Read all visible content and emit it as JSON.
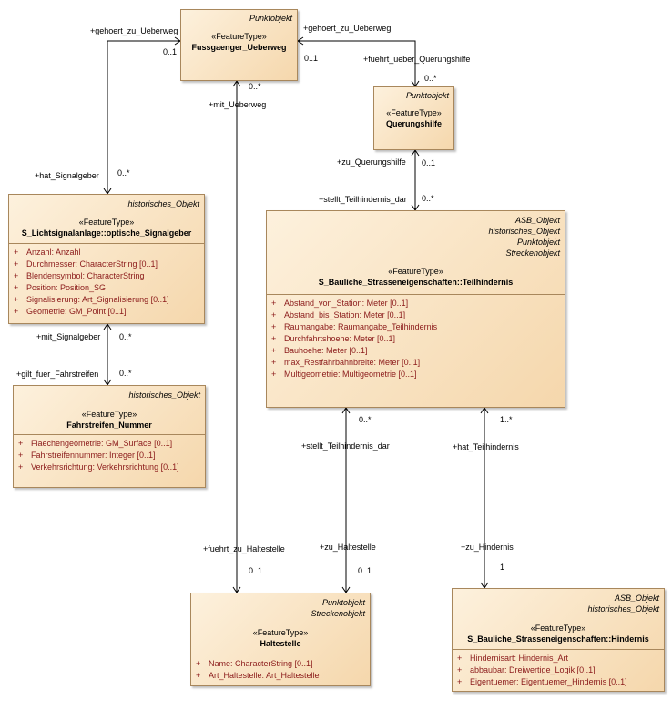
{
  "classes": {
    "fussgaenger": {
      "stereotypes": [
        "Punktobjekt"
      ],
      "featuretype": "«FeatureType»",
      "name": "Fussgaenger_Ueberweg",
      "attributes": []
    },
    "querungshilfe": {
      "stereotypes": [
        "Punktobjekt"
      ],
      "featuretype": "«FeatureType»",
      "name": "Querungshilfe",
      "attributes": []
    },
    "lichtsignal": {
      "stereotypes": [
        "historisches_Objekt"
      ],
      "featuretype": "«FeatureType»",
      "name": "S_Lichtsignalanlage::optische_Signalgeber",
      "attributes": [
        {
          "vis": "+",
          "text": "Anzahl: Anzahl"
        },
        {
          "vis": "+",
          "text": "Durchmesser: CharacterString [0..1]"
        },
        {
          "vis": "+",
          "text": "Blendensymbol: CharacterString"
        },
        {
          "vis": "+",
          "text": "Position: Position_SG"
        },
        {
          "vis": "+",
          "text": "Signalisierung: Art_Signalisierung [0..1]"
        },
        {
          "vis": "+",
          "text": "Geometrie: GM_Point [0..1]"
        }
      ]
    },
    "teilhindernis": {
      "stereotypes": [
        "ASB_Objekt",
        "historisches_Objekt",
        "Punktobjekt",
        "Streckenobjekt"
      ],
      "featuretype": "«FeatureType»",
      "name": "S_Bauliche_Strasseneigenschaften::Teilhindernis",
      "attributes": [
        {
          "vis": "+",
          "text": "Abstand_von_Station: Meter [0..1]"
        },
        {
          "vis": "+",
          "text": "Abstand_bis_Station: Meter [0..1]"
        },
        {
          "vis": "+",
          "text": "Raumangabe: Raumangabe_Teilhindernis"
        },
        {
          "vis": "+",
          "text": "Durchfahrtshoehe: Meter [0..1]"
        },
        {
          "vis": "+",
          "text": "Bauhoehe: Meter [0..1]"
        },
        {
          "vis": "+",
          "text": "max_Restfahrbahnbreite: Meter [0..1]"
        },
        {
          "vis": "+",
          "text": "Multigeometrie: Multigeometrie [0..1]"
        }
      ]
    },
    "fahrstreifen": {
      "stereotypes": [
        "historisches_Objekt"
      ],
      "featuretype": "«FeatureType»",
      "name": "Fahrstreifen_Nummer",
      "attributes": [
        {
          "vis": "+",
          "text": "Flaechengeometrie: GM_Surface [0..1]"
        },
        {
          "vis": "+",
          "text": "Fahrstreifennummer: Integer [0..1]"
        },
        {
          "vis": "+",
          "text": "Verkehrsrichtung: Verkehrsrichtung [0..1]"
        }
      ]
    },
    "haltestelle": {
      "stereotypes": [
        "Punktobjekt",
        "Streckenobjekt"
      ],
      "featuretype": "«FeatureType»",
      "name": "Haltestelle",
      "attributes": [
        {
          "vis": "+",
          "text": "Name: CharacterString [0..1]"
        },
        {
          "vis": "+",
          "text": "Art_Haltestelle: Art_Haltestelle"
        }
      ]
    },
    "hindernis": {
      "stereotypes": [
        "ASB_Objekt",
        "historisches_Objekt"
      ],
      "featuretype": "«FeatureType»",
      "name": "S_Bauliche_Strasseneigenschaften::Hindernis",
      "attributes": [
        {
          "vis": "+",
          "text": "Hindernisart: Hindernis_Art"
        },
        {
          "vis": "+",
          "text": "abbaubar: Dreiwertige_Logik [0..1]"
        },
        {
          "vis": "+",
          "text": "Eigentuemer: Eigentuemer_Hindernis [0..1]"
        }
      ]
    }
  },
  "associations": {
    "a1": {
      "role_a": "+gehoert_zu_Ueberweg",
      "mult_a": "0..1",
      "role_b": "+hat_Signalgeber",
      "mult_b": "0..*"
    },
    "a2": {
      "role_a": "+gehoert_zu_Ueberweg",
      "mult_a": "0..1",
      "role_b": "+fuehrt_ueber_Querungshilfe",
      "mult_b": "0..*"
    },
    "a3": {
      "role_a": "+zu_Querungshilfe",
      "mult_a": "0..1",
      "role_b": "+stellt_Teilhindernis_dar",
      "mult_b": "0..*"
    },
    "a4": {
      "role_a": "+mit_Signalgeber",
      "mult_a": "0..*",
      "role_b": "+gilt_fuer_Fahrstreifen",
      "mult_b": "0..*"
    },
    "a5": {
      "role_a": "+mit_Ueberweg",
      "mult_a": "0..*",
      "role_b": "+fuehrt_zu_Haltestelle",
      "mult_b": "0..1"
    },
    "a6": {
      "role_a": "+stellt_Teilhindernis_dar",
      "mult_a": "0..*",
      "role_b": "+zu_Haltestelle",
      "mult_b": "0..1"
    },
    "a7": {
      "role_a": "+hat_Teilhindernis",
      "mult_a": "1..*",
      "role_b": "+zu_Hindernis",
      "mult_b": "1"
    }
  }
}
